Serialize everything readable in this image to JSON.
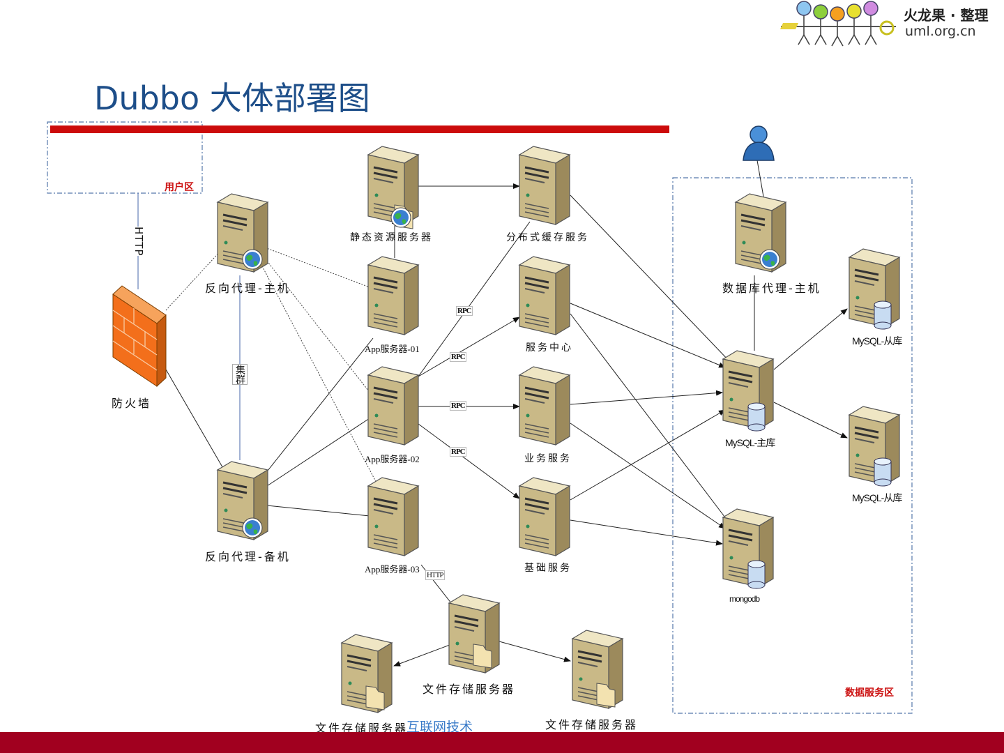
{
  "title": "Dubbo 大体部署图",
  "logo": {
    "line1": "火龙果 · 整理",
    "line2": "uml.org.cn"
  },
  "watermark": "互联网技术",
  "zones": {
    "user": "用户区",
    "user_prefix": "",
    "data": "数据服务区"
  },
  "edge_labels": {
    "http_top": "HTTP",
    "cluster": "集群",
    "rpc": "RPC",
    "http_bottom": "HTTP"
  },
  "nodes": {
    "firewall": "防火墙",
    "web_proxy_master": "反向代理-主机",
    "web_proxy_backup": "反向代理-备机",
    "static_server": "静态资源服务器",
    "cache_server": "分布式缓存服务",
    "app01": "App服务器-01",
    "app02": "App服务器-02",
    "app03": "App服务器-03",
    "svc_a": "服务中心",
    "svc_b": "业务服务",
    "svc_c": "基础服务",
    "mysql_proxy": "数据库代理-主机",
    "mysql_master": "MySQL-主库",
    "mysql_slave1": "MySQL-从库",
    "mysql_slave2": "MySQL-从库",
    "mongodb": "mongodb",
    "file_center": "文件存储服务器",
    "file_left": "文件存储服务器",
    "file_right": "文件存储服务器"
  },
  "colors": {
    "accent_red": "#cc0b0b",
    "footer": "#a1001f",
    "title": "#1d4e89",
    "zone_border": "#5577aa"
  }
}
